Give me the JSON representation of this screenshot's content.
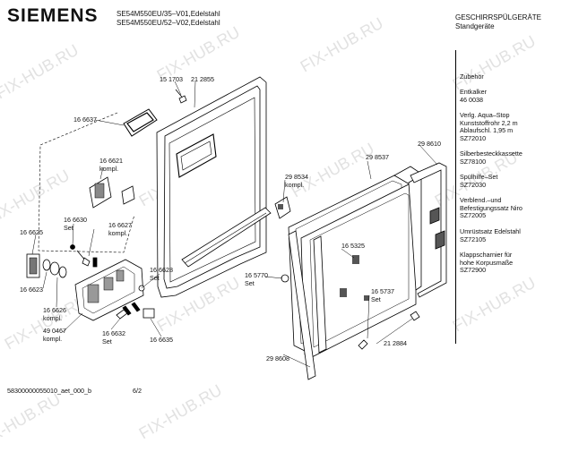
{
  "header": {
    "brand": "SIEMENS",
    "model_line_1": "SE54M550EU/35–V01,Edelstahl",
    "model_line_2": "SE54M550EU/52–V02,Edelstahl",
    "category": "GESCHIRRSPÜLGERÄTE",
    "subcategory": "Standgeräte"
  },
  "accessories": [
    {
      "lines": [
        "Zubehör"
      ]
    },
    {
      "lines": [
        "Entkalker",
        "46 0038"
      ]
    },
    {
      "lines": [
        "Verlg. Aqua–Stop",
        "Kunststoffrohr 2,2 m",
        "Ablaufschl. 1,95 m",
        "SZ72010"
      ]
    },
    {
      "lines": [
        "Silberbesteckkassette",
        "SZ78100"
      ]
    },
    {
      "lines": [
        "Spülhilfe–Set",
        "SZ72030"
      ]
    },
    {
      "lines": [
        "Verblend.–und",
        "Befestigungssatz Niro",
        "SZ72005"
      ]
    },
    {
      "lines": [
        "Umrüstsatz Edelstahl",
        "SZ72105"
      ]
    },
    {
      "lines": [
        "Klappscharnier für",
        "hohe Korpusmaße",
        "SZ72900"
      ]
    }
  ],
  "part_labels": {
    "p151703": "15 1703",
    "p212855": "21 2855",
    "p166637": "16 6637",
    "p166621a": "16 6621",
    "p166621b": "kompl.",
    "p298534a": "29 8534",
    "p298534b": "kompl.",
    "p298537": "29 8537",
    "p298610": "29 8610",
    "p166630a": "16 6630",
    "p166630b": "Set",
    "p166627a": "16 6627",
    "p166627b": "kompl.",
    "p166625": "16 6625",
    "p165325": "16 5325",
    "p166628a": "16 6628",
    "p166628b": "Set",
    "p165770a": "16 5770",
    "p165770b": "Set",
    "p166623": "16 6623",
    "p166626a": "16 6626",
    "p166626b": "kompl.",
    "p165737a": "16 5737",
    "p165737b": "Set",
    "p490467a": "49 0467",
    "p490467b": "kompl.",
    "p166632a": "16 6632",
    "p166632b": "Set",
    "p166635": "16 6635",
    "p212884": "21 2884",
    "p298608": "29 8608"
  },
  "footer": {
    "doc_id": "58300000055010_aet_000_b",
    "page": "6/2"
  },
  "watermark": "FIX-HUB.RU"
}
